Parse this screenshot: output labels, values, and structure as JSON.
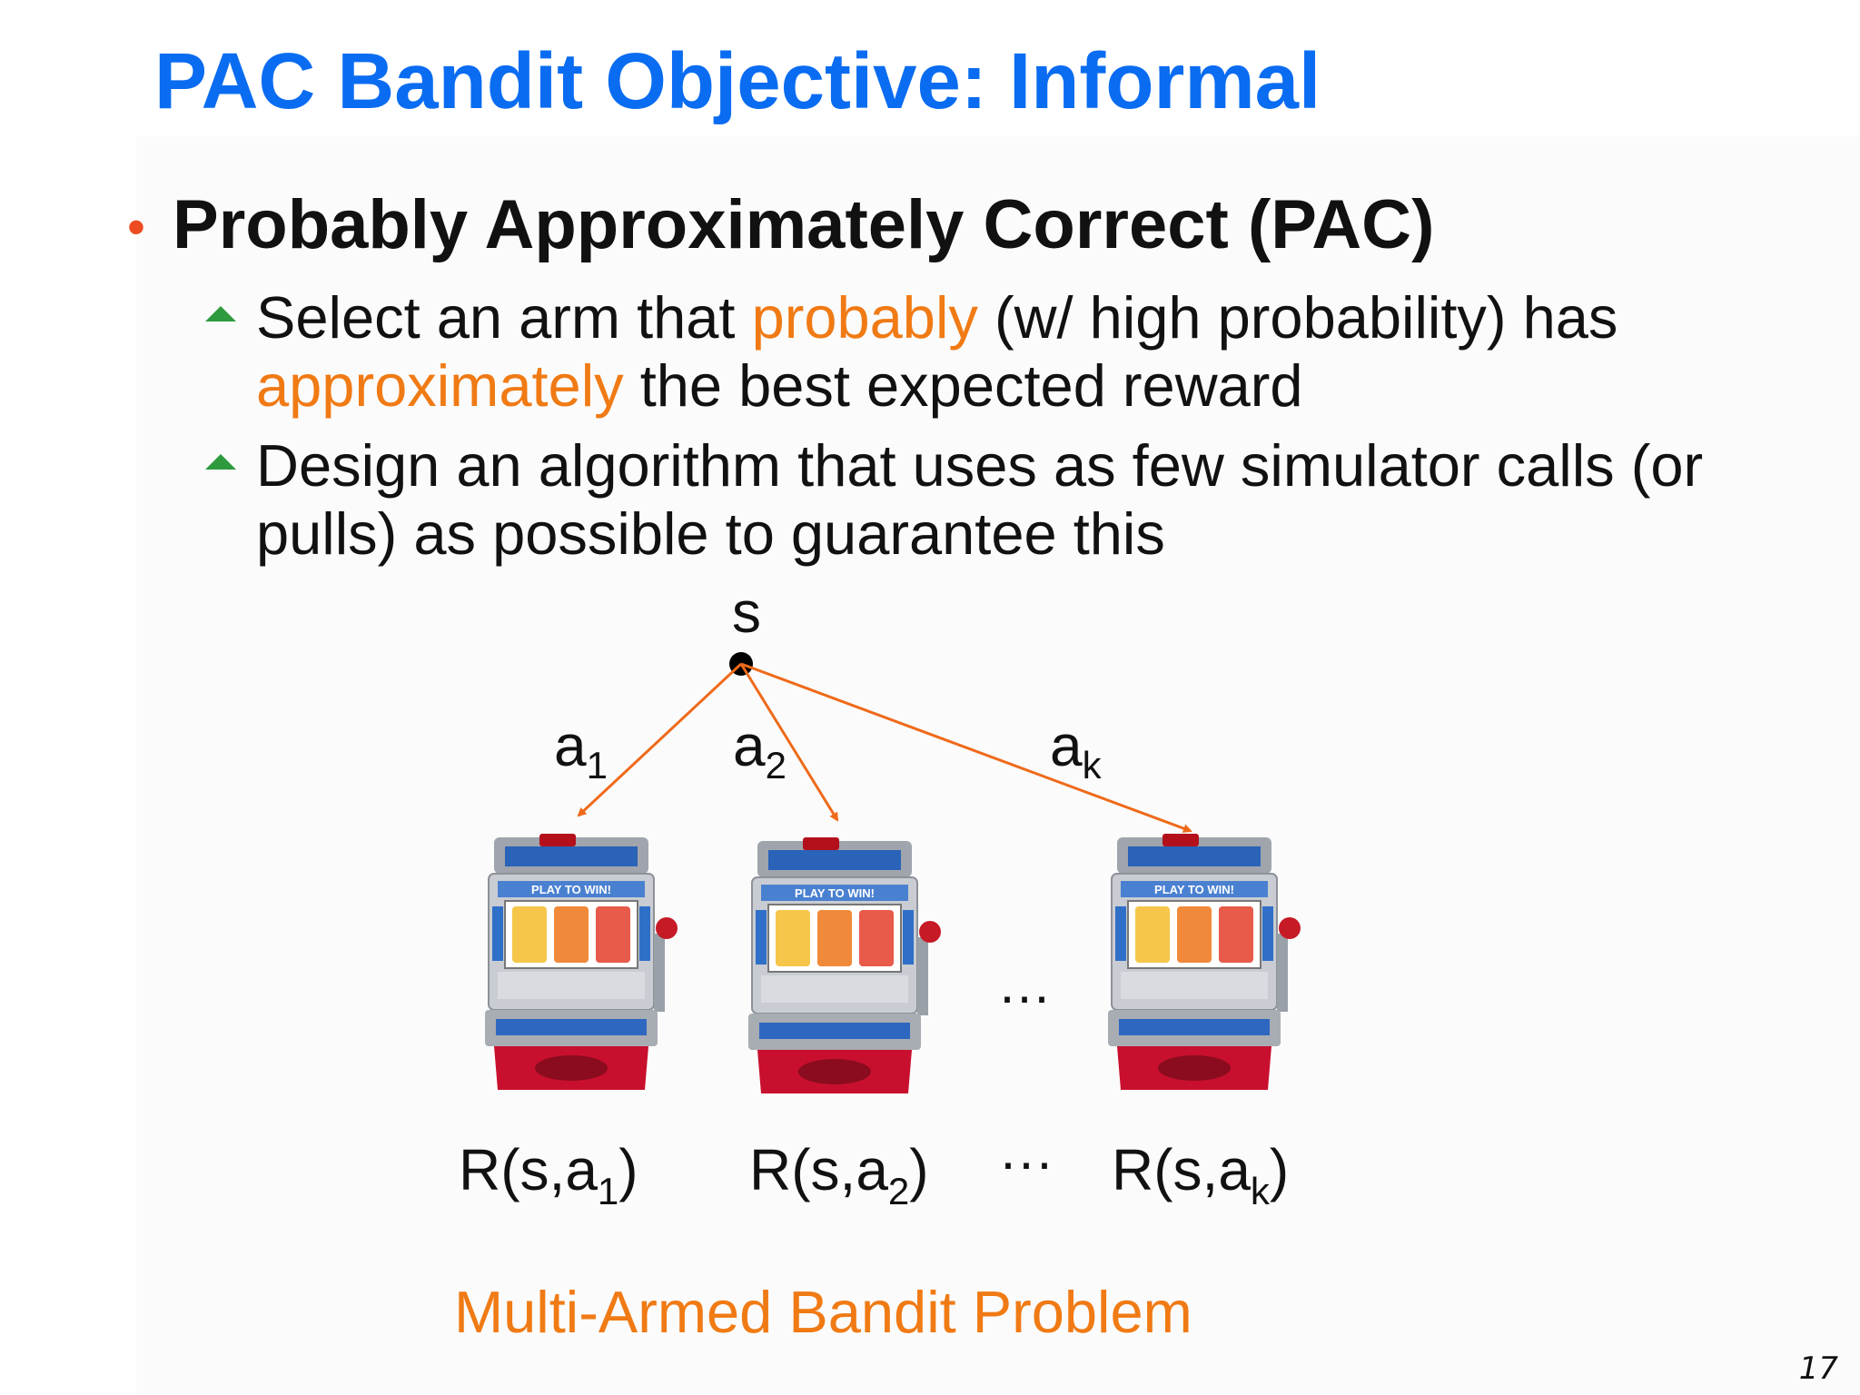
{
  "slide": {
    "title": "PAC Bandit Objective: Informal",
    "bullet_symbol": "•",
    "heading": "Probably Approximately Correct (PAC)",
    "sub1": {
      "pre": "Select an arm that ",
      "hl1": "probably",
      "mid": " (w/ high probability) has ",
      "hl2": "approximately",
      "post": " the best expected reward"
    },
    "sub2": "Design an algorithm that uses as few simulator calls (or pulls) as possible to guarantee this",
    "page_number": "17"
  },
  "diagram": {
    "state_label": "s",
    "arms": [
      {
        "letter": "a",
        "index": "1"
      },
      {
        "letter": "a",
        "index": "2"
      },
      {
        "letter": "a",
        "index": "k"
      }
    ],
    "ellipsis": "…",
    "machine_text": "PLAY TO WIN!",
    "rewards": [
      {
        "pre": "R(s,a",
        "index": "1",
        "post": ")"
      },
      {
        "pre": "R(s,a",
        "index": "2",
        "post": ")"
      },
      {
        "pre": "R(s,a",
        "index": "k",
        "post": ")"
      }
    ],
    "reward_ellipsis": "···",
    "caption": "Multi-Armed Bandit Problem",
    "colors": {
      "title": "#0a6cf1",
      "highlight": "#f07a14",
      "arrow": "#ee6a1a",
      "bullet": "#ee4b22",
      "triangle": "#2e9a3e"
    }
  }
}
